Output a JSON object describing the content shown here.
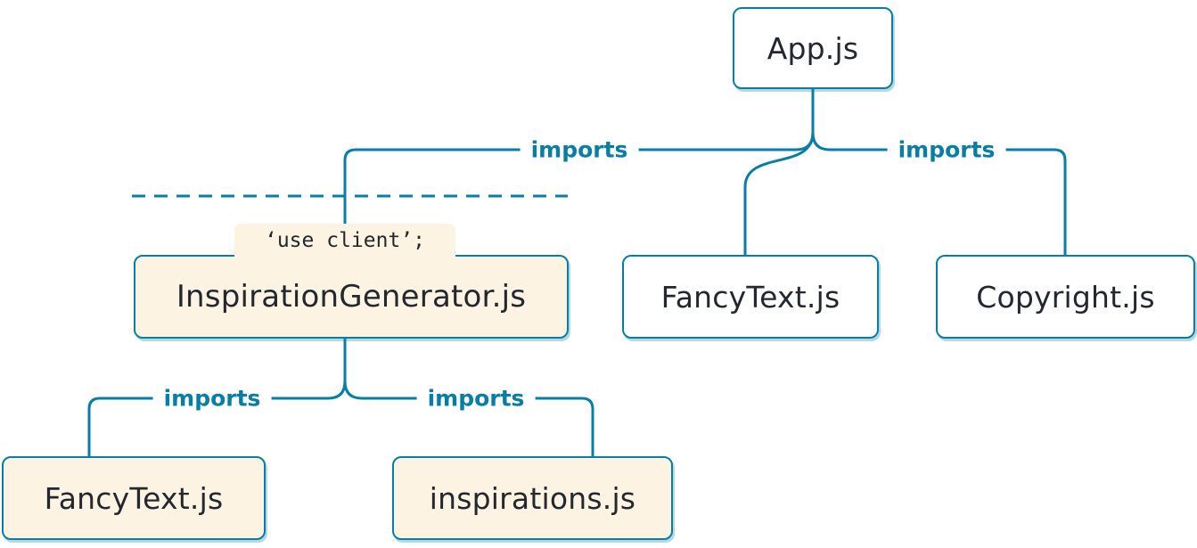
{
  "diagram": {
    "title": "module dependency tree with use client boundary",
    "nodes": {
      "app": {
        "label": "App.js",
        "kind": "server"
      },
      "inspirationGenerator": {
        "label": "InspirationGenerator.js",
        "directive": "‘use client’;",
        "kind": "client"
      },
      "fancyTextTop": {
        "label": "FancyText.js",
        "kind": "server"
      },
      "copyright": {
        "label": "Copyright.js",
        "kind": "server"
      },
      "fancyTextBottom": {
        "label": "FancyText.js",
        "kind": "client"
      },
      "inspirations": {
        "label": "inspirations.js",
        "kind": "client"
      }
    },
    "edgeLabels": {
      "appToInspirationGenerator": "imports",
      "appToCopyright": "imports",
      "igToFancyText": "imports",
      "igToInspirations": "imports"
    },
    "colors": {
      "line": "#087ea4",
      "clientModuleBg": "#fdf3e3",
      "serverModuleBg": "#ffffff",
      "text": "#23272f"
    }
  }
}
